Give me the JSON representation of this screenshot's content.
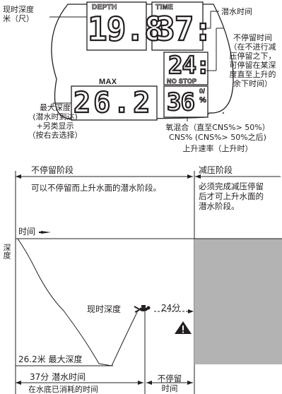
{
  "computer": {
    "depth_label": "DEPTH",
    "depth_value": "19.8",
    "time_label": "TIME",
    "time_value": "37:",
    "nostop_value": "24:",
    "nostop_label": "NO STOP",
    "max_label": "MAX",
    "max_value": "26.2",
    "o2_value": "36",
    "o2_percent": "%",
    "o2_small": "0/"
  },
  "callouts": {
    "current_depth": [
      "现时深度",
      "米（尺）"
    ],
    "dive_time": "潜水时间",
    "no_stop": [
      "不停留时间",
      "（在不进行减",
      "压停留之下，",
      "可停留在某深",
      "度直至上升的",
      "余下时间）"
    ],
    "max_depth": [
      "最大深度",
      "(潜水时到达)",
      "+另类显示",
      "（按右去选择）"
    ],
    "oxygen": [
      "氧混合（直至CNS%> 50%）",
      "CNS% (CNS%> 50%之后)",
      "上升速率（上升时）"
    ]
  },
  "diagram": {
    "nostop_phase_title": "不停留阶段",
    "nostop_phase_desc": "可以不停留而上升水面的潜水阶段。",
    "deco_phase_title": "减压阶段",
    "deco_phase_desc": [
      "必须完成减压停留",
      "后才可上升水面的",
      "潜水阶段。"
    ],
    "time_axis": "时间",
    "depth_axis": "深度",
    "current_depth": "现时深度",
    "nostop_minutes": "24分",
    "max_depth": "26.2米 最大深度",
    "dive_time": "37分 潜水时间",
    "dive_time_sub": "在水底已消耗的时间",
    "nostop_time": [
      "不停留",
      "时间"
    ]
  }
}
